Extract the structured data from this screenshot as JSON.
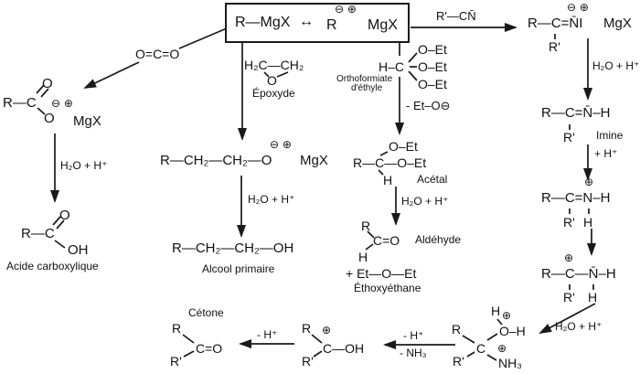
{
  "box": {
    "covalent": "R—MgX",
    "resonance_arrow": "↔",
    "ionic_r": "R",
    "ionic_charges": "⊖ ⊕",
    "ionic_mgx": "MgX"
  },
  "reagents": {
    "co2": "O=C=O",
    "nitrile": "R'—CN̄",
    "epoxide": {
      "top": "H₂C—CH₂",
      "o": "O",
      "label": "Époxyde"
    },
    "orthoformate": {
      "hc": "H–C",
      "oet1": "O–Et",
      "oet2": "O–Et",
      "oet3": "O–Et",
      "label_line1": "Orthoformiate",
      "label_line2": "d'éthyle"
    }
  },
  "conditions": {
    "hydrolysis": "H₂O + H⁺",
    "minus_ethoxide": "- Et–O⊖",
    "plus_proton": "+ H⁺",
    "minus_proton": "- H⁺",
    "minus_ammonia": "- NH₃"
  },
  "molecules": {
    "carboxylate": {
      "o_top": "O",
      "rc": "R—C",
      "charges": "⊖ ⊕",
      "o_bottom": "O",
      "mgx": "MgX"
    },
    "carboxylic_acid": {
      "o": "O",
      "rc": "R—C",
      "oh": "OH",
      "label": "Acide carboxylique"
    },
    "alkoxide": {
      "chain": "R—CH₂—CH₂—O",
      "charges": "⊖ ⊕",
      "mgx": "MgX"
    },
    "primary_alcohol": {
      "chain": "R—CH₂—CH₂—OH",
      "label": "Alcool primaire"
    },
    "acetal": {
      "oet": "O–Et",
      "chain": "R—C—O–Et",
      "h": "H",
      "label": "Acétal"
    },
    "aldehyde": {
      "r": "R",
      "co": "C=O",
      "h": "H",
      "label": "Aldéhyde"
    },
    "ethoxyethane": {
      "formula": "+ Et—O—Et",
      "label": "Éthoxyéthane"
    },
    "nitrile_adduct": {
      "main": "R—C=N̄I",
      "charges": "⊖ ⊕",
      "mgx": "MgX",
      "r_prime": "R'"
    },
    "imine": {
      "main": "R—C=N̄–H",
      "r_prime": "R'",
      "label": "Imine"
    },
    "iminium": {
      "plus": "⊕",
      "main": "R—C=N–H",
      "r_prime": "R'",
      "h": "H"
    },
    "aminium": {
      "plus": "⊕",
      "main": "R—C—N̄–H",
      "r_prime": "R'",
      "h": "H"
    },
    "tetrahedral": {
      "h_top": "H",
      "plus_o": "⊕",
      "oh": "O–H",
      "r": "R",
      "c": "C",
      "plus_n": "⊕",
      "r_prime": "R'",
      "nh3": "NH₃"
    },
    "protonated_ketone": {
      "r": "R",
      "plus": "⊕",
      "c_oh": "C—OH",
      "r_prime": "R'"
    },
    "ketone": {
      "label": "Cétone",
      "r": "R",
      "co": "C=O",
      "r_prime": "R'"
    }
  }
}
